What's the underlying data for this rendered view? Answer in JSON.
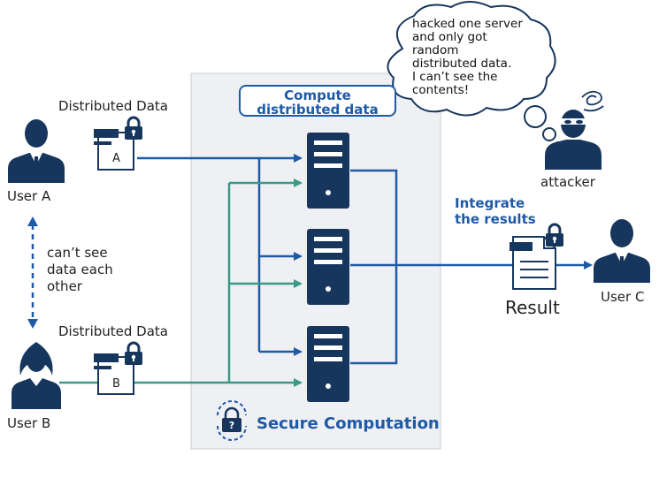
{
  "users": {
    "a": {
      "label": "User A"
    },
    "b": {
      "label": "User B"
    },
    "c": {
      "label": "User C"
    }
  },
  "distributed_data": {
    "top_label": "Distributed Data",
    "bottom_label": "Distributed Data",
    "doc_a_letter": "A",
    "doc_b_letter": "B"
  },
  "note_between_users": "can’t see\ndata each\nother",
  "compute_label": "Compute\ndistributed data",
  "secure_computation_label": "Secure Computation",
  "attacker": {
    "label": "attacker",
    "thought": "hacked one server\nand only got\nrandom\ndistributed data.\nI can’t see the\ncontents!"
  },
  "integrate_label": "Integrate\nthe results",
  "result_label": "Result",
  "colors": {
    "blue": "#1f5aa6",
    "teal": "#3a9a86",
    "panel": "#eef0f3",
    "navy": "#17365d"
  }
}
